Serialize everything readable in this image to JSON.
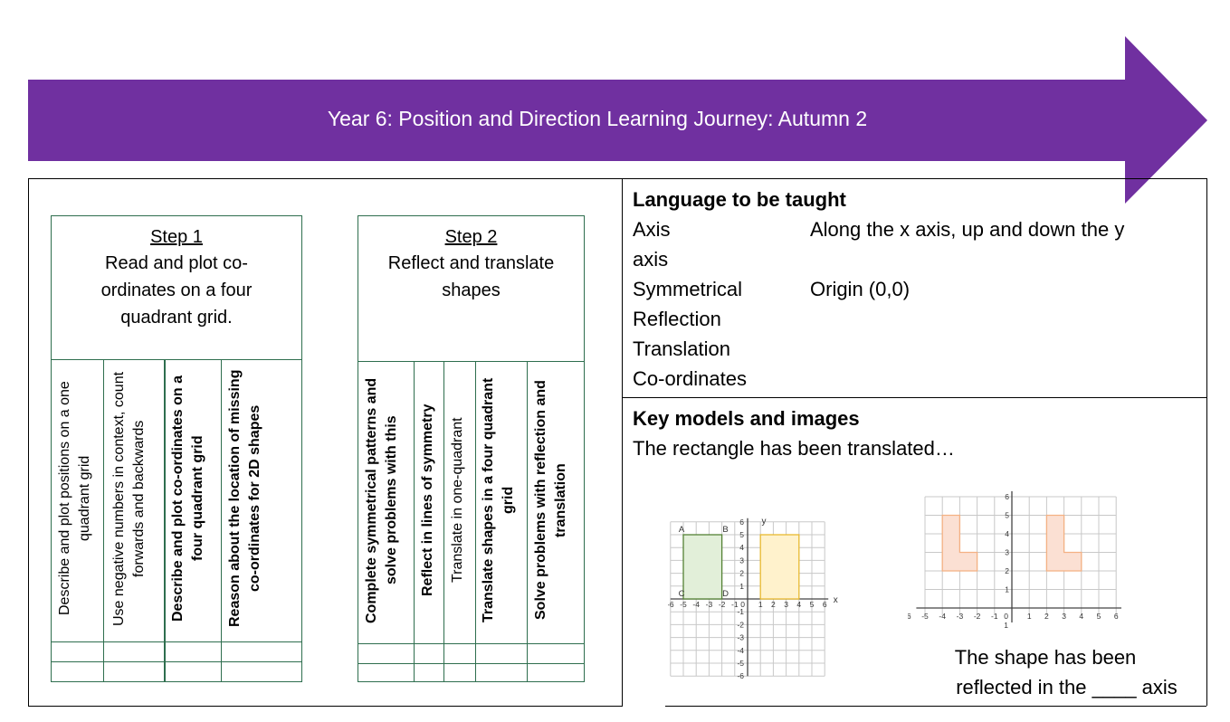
{
  "banner": {
    "title": "Year 6: Position and Direction Learning Journey: Autumn 2",
    "color": "#7030a0"
  },
  "steps": [
    {
      "heading": "Step 1",
      "description": "Read and plot co-ordinates on a four quadrant grid.",
      "items": [
        {
          "text": "Describe and plot positions on a one quadrant grid",
          "bold": false
        },
        {
          "text": "Use negative numbers in context, count forwards and backwards",
          "bold": false
        },
        {
          "text": "Describe and plot co-ordinates on a four quadrant grid",
          "bold": true
        },
        {
          "text": "Reason about the location of missing co-ordinates for 2D shapes",
          "bold": true
        }
      ]
    },
    {
      "heading": "Step 2",
      "description": "Reflect and translate shapes",
      "items": [
        {
          "text": "Complete symmetrical patterns and solve problems with this",
          "bold": true
        },
        {
          "text": "Reflect in lines of symmetry",
          "bold": true
        },
        {
          "text": "Translate in one-quadrant",
          "bold": false
        },
        {
          "text": "Translate shapes in a four quadrant grid",
          "bold": true
        },
        {
          "text": "Solve problems with reflection and translation",
          "bold": true
        }
      ]
    }
  ],
  "language": {
    "heading": "Language to be taught",
    "axis_term": "Axis",
    "axis_def": "Along the x axis, up and down the y",
    "axis_def_cont": "axis",
    "symmetrical": "Symmetrical",
    "origin": "Origin (0,0)",
    "reflection": "Reflection",
    "translation": "Translation",
    "coordinates": "Co-ordinates"
  },
  "models": {
    "heading": "Key models and images",
    "translated_text": "The rectangle has been translated…",
    "reflected_line1": "The shape has been",
    "reflected_line2": "reflected in the ____ axis",
    "grid1": {
      "x_label": "x",
      "y_label": "y",
      "corner_labels": [
        "A",
        "B",
        "C",
        "D"
      ],
      "green_fill": "#e2efd9",
      "green_stroke": "#548235",
      "yellow_fill": "#fff2cc",
      "yellow_stroke": "#e8b931"
    },
    "grid2": {
      "shape_fill": "#fbe0d3",
      "shape_stroke": "#f4b183"
    }
  }
}
